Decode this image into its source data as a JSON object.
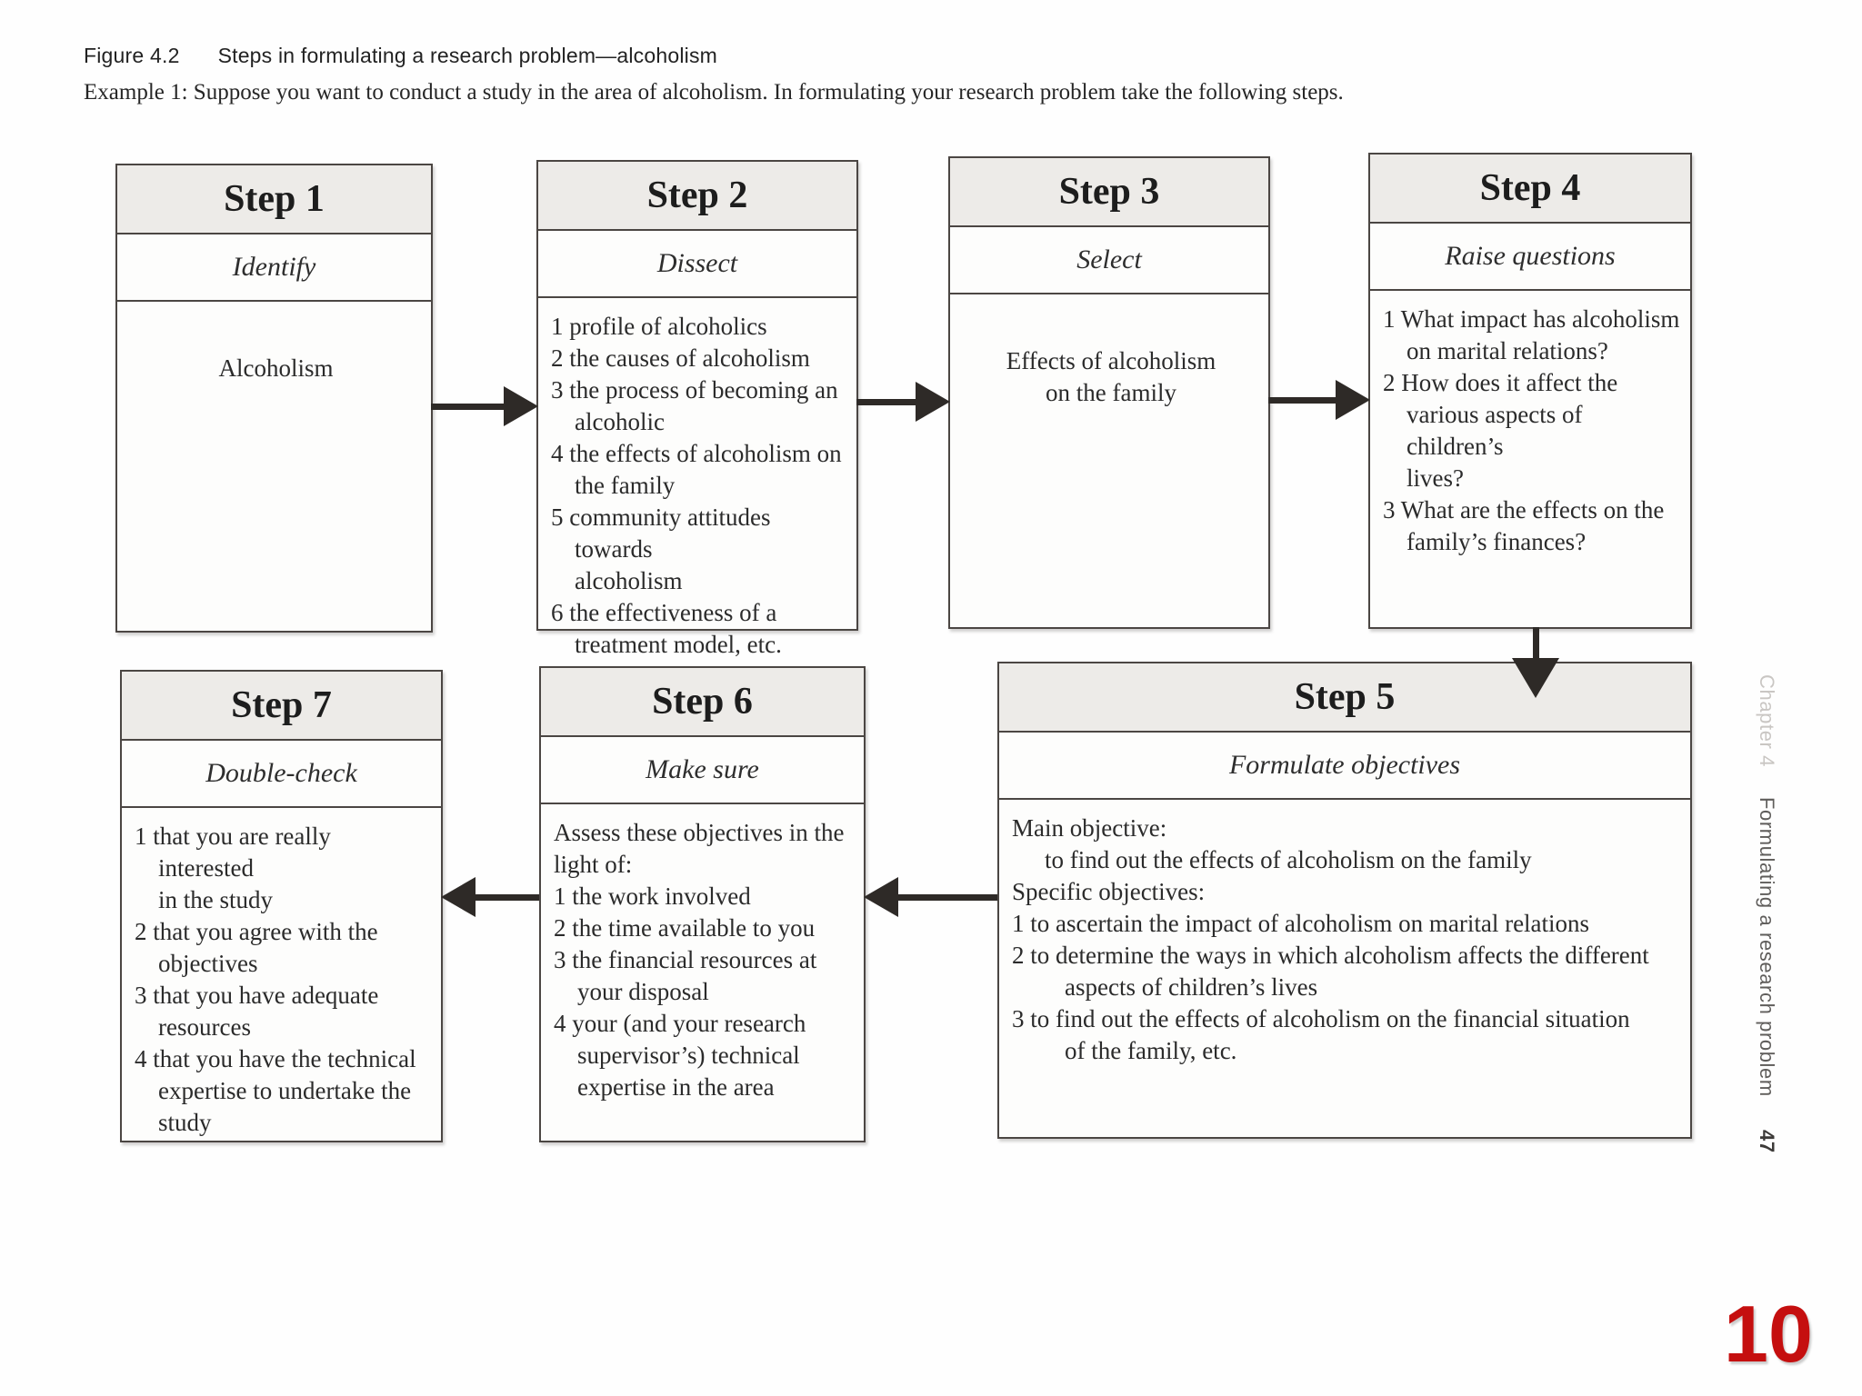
{
  "figure": {
    "caption_label": "Figure 4.2",
    "caption_title": "Steps in formulating a research problem—alcoholism",
    "example_text": "Example 1: Suppose you want to conduct a study in the area of alcoholism. In formulating your research problem take the following steps."
  },
  "steps": [
    {
      "title": "Step 1",
      "subtitle": "Identify",
      "body": [
        {
          "text": "Alcoholism",
          "style": "ctr"
        }
      ]
    },
    {
      "title": "Step 2",
      "subtitle": "Dissect",
      "body": [
        {
          "text": "1 profile of alcoholics",
          "style": "flush"
        },
        {
          "text": "2 the causes of alcoholism",
          "style": "flush"
        },
        {
          "text": "3 the process of becoming an",
          "style": "flush"
        },
        {
          "text": "alcoholic",
          "style": "cont"
        },
        {
          "text": "4 the effects of alcoholism on",
          "style": "flush"
        },
        {
          "text": "the family",
          "style": "cont"
        },
        {
          "text": "5 community attitudes towards",
          "style": "flush"
        },
        {
          "text": "alcoholism",
          "style": "cont"
        },
        {
          "text": "6 the effectiveness of a",
          "style": "flush"
        },
        {
          "text": "treatment model, etc.",
          "style": "cont"
        }
      ]
    },
    {
      "title": "Step 3",
      "subtitle": "Select",
      "body": [
        {
          "text": "Effects of alcoholism",
          "style": "ctr"
        },
        {
          "text": "on the family",
          "style": "ctr"
        }
      ]
    },
    {
      "title": "Step 4",
      "subtitle": "Raise questions",
      "body": [
        {
          "text": "1 What impact has alcoholism",
          "style": "flush"
        },
        {
          "text": "on marital relations?",
          "style": "cont"
        },
        {
          "text": "2 How does it affect the",
          "style": "flush"
        },
        {
          "text": "various aspects of children’s",
          "style": "cont"
        },
        {
          "text": "lives?",
          "style": "cont"
        },
        {
          "text": "3 What are the effects on the",
          "style": "flush"
        },
        {
          "text": "family’s finances?",
          "style": "cont"
        }
      ]
    },
    {
      "title": "Step 5",
      "subtitle": "Formulate objectives",
      "body": [
        {
          "text": "Main objective:",
          "style": "flush"
        },
        {
          "text": "to find out the effects of alcoholism on the family",
          "style": "ind1"
        },
        {
          "text": "Specific objectives:",
          "style": "flush"
        },
        {
          "text": "1 to ascertain the impact of alcoholism on marital relations",
          "style": "flush"
        },
        {
          "text": "2 to determine the ways in which alcoholism affects the different",
          "style": "flush"
        },
        {
          "text": "aspects of children’s lives",
          "style": "cont2"
        },
        {
          "text": "3 to find out the effects of alcoholism on the financial situation",
          "style": "flush"
        },
        {
          "text": "of the family, etc.",
          "style": "cont2"
        }
      ]
    },
    {
      "title": "Step 6",
      "subtitle": "Make sure",
      "body": [
        {
          "text": "Assess these objectives in the",
          "style": "flush"
        },
        {
          "text": "light of:",
          "style": "flush"
        },
        {
          "text": "1 the work involved",
          "style": "flush"
        },
        {
          "text": "2 the time available to you",
          "style": "flush"
        },
        {
          "text": "3 the financial resources at",
          "style": "flush"
        },
        {
          "text": "your disposal",
          "style": "cont"
        },
        {
          "text": "4 your (and your research",
          "style": "flush"
        },
        {
          "text": "supervisor’s) technical",
          "style": "cont"
        },
        {
          "text": "expertise in the area",
          "style": "cont"
        }
      ]
    },
    {
      "title": "Step 7",
      "subtitle": "Double-check",
      "body": [
        {
          "text": "1 that you are really interested",
          "style": "flush"
        },
        {
          "text": "in the study",
          "style": "cont"
        },
        {
          "text": "2 that you agree with the",
          "style": "flush"
        },
        {
          "text": "objectives",
          "style": "cont"
        },
        {
          "text": "3 that you have adequate",
          "style": "flush"
        },
        {
          "text": "resources",
          "style": "cont"
        },
        {
          "text": "4 that you have the technical",
          "style": "flush"
        },
        {
          "text": "expertise to undertake the",
          "style": "cont"
        },
        {
          "text": "study",
          "style": "cont"
        }
      ]
    }
  ],
  "margin": {
    "chapter": "Chapter 4",
    "title": "Formulating a research problem",
    "page": "47"
  },
  "slide": {
    "page_number": "10",
    "accent_red": "#c50f0f"
  }
}
